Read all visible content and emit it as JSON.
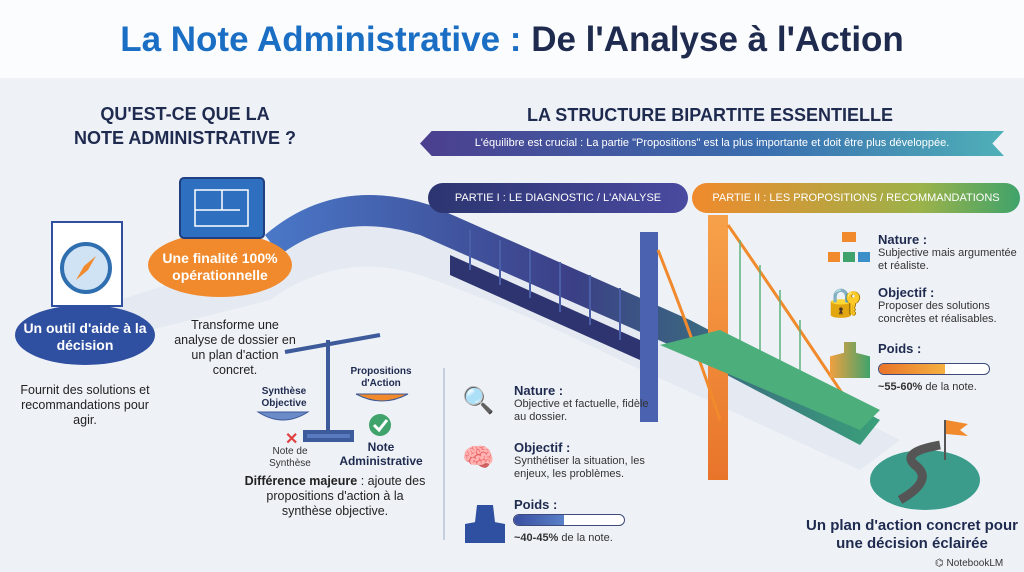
{
  "title": {
    "part1": "La Note Administrative :",
    "part2": "De l'Analyse à l'Action"
  },
  "left": {
    "heading_line1": "QU'EST-CE QUE LA",
    "heading_line2": "NOTE ADMINISTRATIVE ?",
    "tool": {
      "label": "Un outil d'aide à la décision",
      "desc": "Fournit des solutions et recommandations pour agir."
    },
    "finality": {
      "label": "Une finalité 100% opérationnelle",
      "desc": "Transforme une analyse de dossier en un plan d'action concret."
    },
    "scale": {
      "left_pan": "Synthèse Objective",
      "right_pan": "Propositions d'Action",
      "wrong": "Note de Synthèse",
      "right": "Note Administrative",
      "diff_bold": "Différence majeure",
      "diff_rest": " : ajoute des propositions d'action à la synthèse objective."
    }
  },
  "structure": {
    "heading": "LA STRUCTURE BIPARTITE ESSENTIELLE",
    "banner": "L'équilibre est crucial : La partie \"Propositions\" est la plus importante et doit être plus développée.",
    "part1": {
      "title": "PARTIE I : LE DIAGNOSTIC / L'ANALYSE",
      "nature_t": "Nature :",
      "nature_d": "Objective et factuelle, fidèle au dossier.",
      "obj_t": "Objectif :",
      "obj_d": "Synthétiser la situation, les enjeux, les problèmes.",
      "poids_t": "Poids :",
      "poids_bold": "~40-45%",
      "poids_rest": " de la note.",
      "weight_fraction": 0.45
    },
    "part2": {
      "title": "PARTIE II : LES PROPOSITIONS / RECOMMANDATIONS",
      "nature_t": "Nature :",
      "nature_d": "Subjective mais argumentée et réaliste.",
      "obj_t": "Objectif :",
      "obj_d": "Proposer des solutions concrètes et réalisables.",
      "poids_t": "Poids :",
      "poids_bold": "~55-60%",
      "poids_rest": " de la note.",
      "weight_fraction": 0.6
    }
  },
  "conclusion": "Un plan d'action concret pour une décision éclairée",
  "brand": "NotebookLM",
  "colors": {
    "blue": "#1a6fc4",
    "navy": "#1f2a4f",
    "orange": "#f08a2c",
    "green": "#3fa36b"
  }
}
